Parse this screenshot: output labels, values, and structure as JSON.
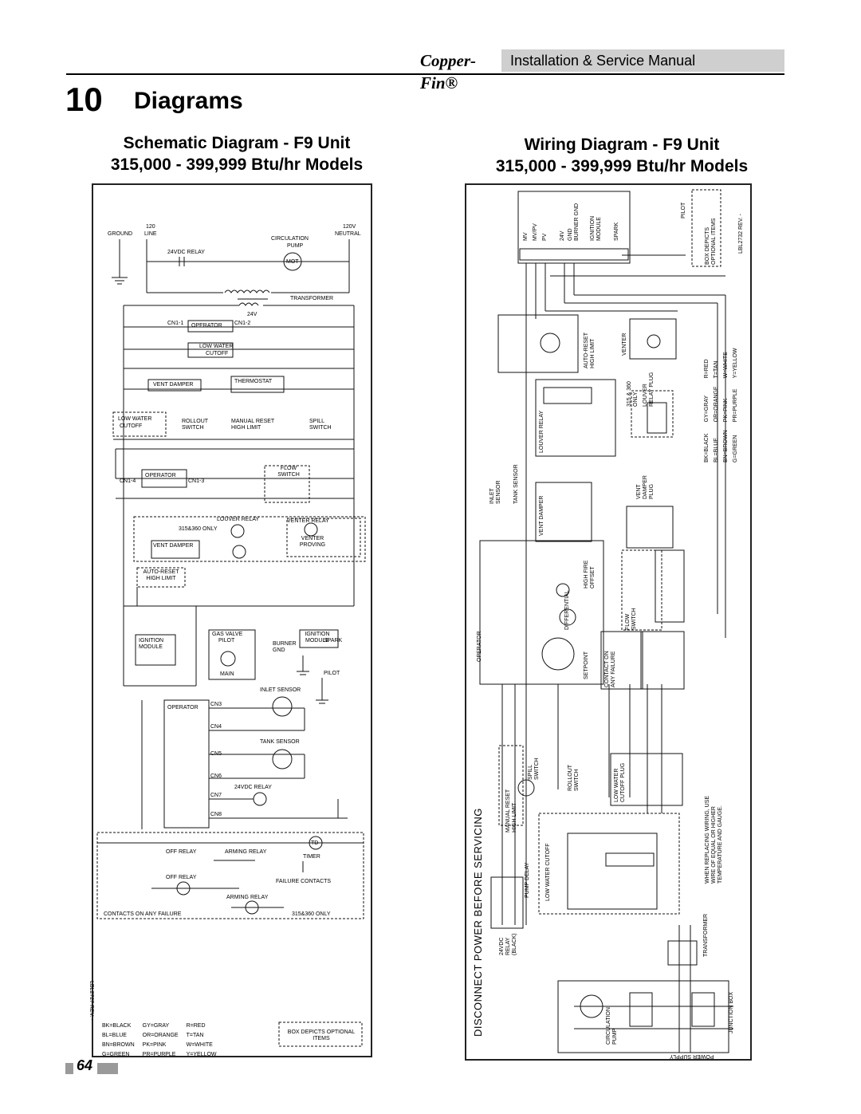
{
  "header": {
    "brand": "Copper-Fin®",
    "manual_title": "Installation & Service Manual"
  },
  "section": {
    "number": "10",
    "title": "Diagrams"
  },
  "schematic": {
    "title_line1": "Schematic Diagram - F9 Unit",
    "title_line2": "315,000 - 399,999 Btu/hr Models",
    "label_code": "LBL2727 REV. -",
    "labels": {
      "line_120": "120",
      "line": "LINE",
      "ground": "GROUND",
      "v120": "120V",
      "neutral": "NEUTRAL",
      "circ_pump": "CIRCULATION",
      "pump": "PUMP",
      "relay_24vdc": "24VDC RELAY",
      "mot": "MOT",
      "transformer": "TRANSFORMER",
      "v24": "24V",
      "operator": "OPERATOR",
      "cn1_1": "CN1-1",
      "cn1_2": "CN1-2",
      "low_water": "LOW WATER",
      "cutoff": "CUTOFF",
      "vent_damper": "VENT DAMPER",
      "thermostat": "THERMOSTAT",
      "rollout_switch": "ROLLOUT SWITCH",
      "manual_reset": "MANUAL RESET HIGH LIMIT",
      "spill_switch": "SPILL SWITCH",
      "flow_switch": "FLOW SWITCH",
      "cn1_4": "CN1-4",
      "cn1_3": "CN1-3",
      "louver_relay": "LOUVER RELAY",
      "venter_relay": "VENTER RELAY",
      "only_315_360": "315&360 ONLY",
      "venter_proving": "VENTER PROVING",
      "auto_reset": "AUTO-RESET HIGH LIMIT",
      "gas_valve": "GAS VALVE",
      "ignition_module": "IGNITION MODULE",
      "pilot": "PILOT",
      "main": "MAIN",
      "burner_gnd": "BURNER GND",
      "spark": "SPARK",
      "inlet_sensor": "INLET SENSOR",
      "tank_sensor": "TANK SENSOR",
      "cn3": "CN3",
      "cn4": "CN4",
      "cn5": "CN5",
      "cn6": "CN6",
      "cn7": "CN7",
      "cn8": "CN8",
      "off_relay": "OFF RELAY",
      "arming_relay": "ARMING RELAY",
      "timer": "TIMER",
      "failure_contacts": "FAILURE CONTACTS",
      "contacts_any_failure": "CONTACTS ON ANY FAILURE",
      "td": "TD"
    },
    "legend": [
      [
        "BK=BLACK",
        "GY=GRAY",
        "R=RED"
      ],
      [
        "BL=BLUE",
        "OR=ORANGE",
        "T=TAN"
      ],
      [
        "BN=BROWN",
        "PK=PINK",
        "W=WHITE"
      ],
      [
        "G=GREEN",
        "PR=PURPLE",
        "Y=YELLOW"
      ]
    ],
    "box_note": "BOX DEPICTS OPTIONAL ITEMS"
  },
  "wiring": {
    "title_line1": "Wiring Diagram - F9 Unit",
    "title_line2": "315,000 - 399,999 Btu/hr Models",
    "label_code": "LBL2732 REV. -",
    "disconnect_note": "DISCONNECT POWER BEFORE SERVICING",
    "replace_note": "WHEN REPLACING WIRING, USE WIRE OF EQUAL OR HIGHER TEMPERATURE AND GAUGE.",
    "power_supply": "POWER SUPPLY",
    "junction_box": "JUNCTION BOX",
    "box_note": "BOX DEPICTS OPTIONAL ITEMS",
    "labels": {
      "mv": "MV",
      "mvpv": "MV/PV",
      "pv": "PV",
      "v24": "24V",
      "gnd": "GND",
      "burner_gnd": "BURNER GND",
      "ignition_module": "IGNITION MODULE",
      "spark": "SPARK",
      "pilot": "PILOT",
      "auto_reset": "AUTO-RESET HIGH LIMIT",
      "venter": "VENTER",
      "louver_relay": "LOUVER RELAY",
      "only_315_360": "315 & 360 ONLY",
      "louver_relay_plug": "LOUVER RELAY PLUG",
      "inlet_sensor": "INLET SENSOR",
      "tank_sensor": "TANK SENSOR",
      "vent_damper": "VENT DAMPER",
      "vent_damper_plug": "VENT DAMPER PLUG",
      "operator": "OPERATOR",
      "flow_switch": "FLOW SWITCH",
      "contact_on_any_failure": "CONTACT ON ANY FAILURE",
      "spill_switch": "SPILL SWITCH",
      "rollout_switch": "ROLLOUT SWITCH",
      "low_water_cutoff_plug": "LOW WATER CUTOFF PLUG",
      "manual_reset": "MANUAL RESET HIGH LIMIT",
      "low_water_cutoff": "LOW WATER CUTOFF",
      "pump_delay": "PUMP DELAY",
      "relay_24vdc": "24VDC RELAY (BLACK)",
      "circulation_pump": "CIRCULATION PUMP",
      "transformer": "TRANSFORMER",
      "differential": "DIFFERENTIAL",
      "setpoint": "SETPOINT",
      "high_fire_offset": "HIGH FIRE OFFSET"
    },
    "legend": [
      [
        "BK=BLACK",
        "GY=GRAY",
        "R=RED"
      ],
      [
        "BL=BLUE",
        "OR=ORANGE",
        "T=TAN"
      ],
      [
        "BN=BROWN",
        "PK=PINK",
        "W=WHITE"
      ],
      [
        "G=GREEN",
        "PR=PURPLE",
        "Y=YELLOW"
      ]
    ]
  },
  "footer": {
    "page_number": "64"
  }
}
